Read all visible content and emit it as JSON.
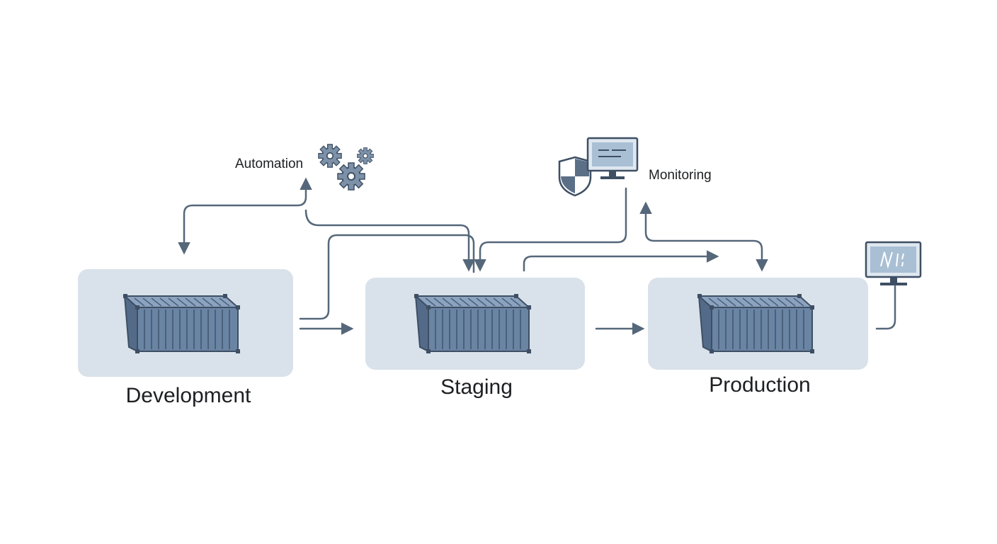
{
  "stages": {
    "development": "Development",
    "staging": "Staging",
    "production": "Production"
  },
  "callouts": {
    "automation": "Automation",
    "monitoring": "Monitoring"
  },
  "icons": {
    "container": "shipping-container-icon",
    "automation": "gears-icon",
    "security": "shield-icon",
    "monitoring": "monitor-icon",
    "endpoint": "monitor-icon"
  },
  "colors": {
    "box_fill": "#d9e2ea",
    "arrow": "#55677a",
    "container_fill": "#6a84a3",
    "container_dark": "#3e4f64",
    "screen": "#a9bfd4"
  }
}
